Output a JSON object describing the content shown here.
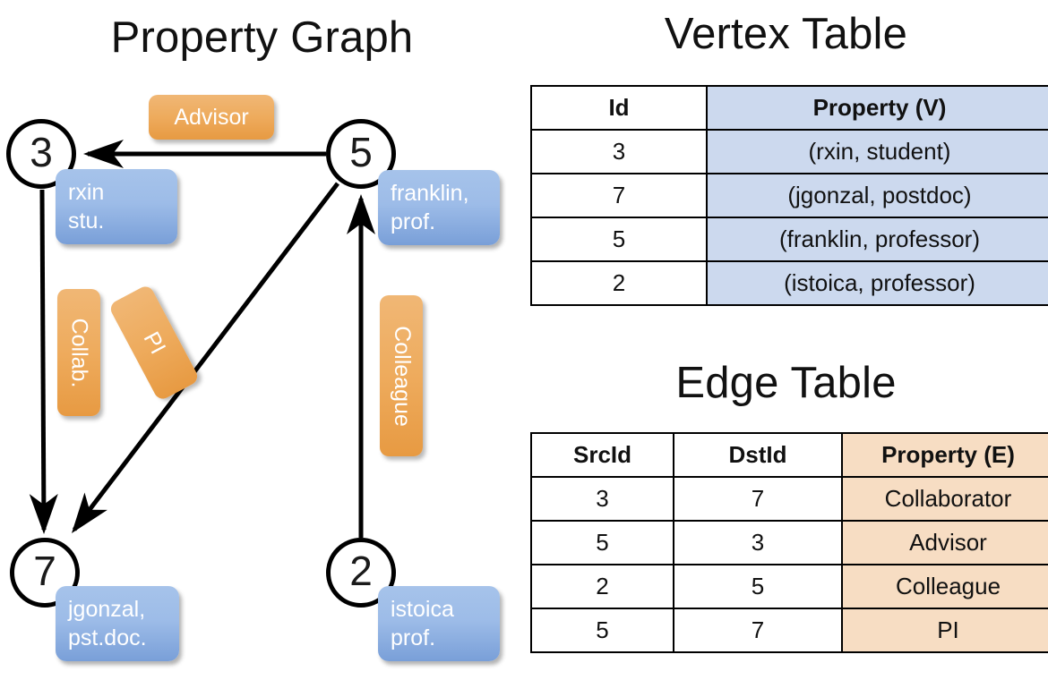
{
  "titles": {
    "property_graph": "Property Graph",
    "vertex_table": "Vertex Table",
    "edge_table": "Edge Table"
  },
  "colors": {
    "vertex_property_fill": "#ccd9ee",
    "edge_property_fill": "#f7ddc3",
    "node_callout_blue": "#9dbce8",
    "edge_tag_orange": "#eeab5d",
    "stroke": "#000000",
    "background": "#ffffff"
  },
  "graph": {
    "nodes": [
      {
        "id": "3",
        "callout": "rxin\nstu.",
        "callout_line1": "rxin",
        "callout_line2": "stu."
      },
      {
        "id": "5",
        "callout": "franklin,\nprof.",
        "callout_line1": "franklin,",
        "callout_line2": "prof."
      },
      {
        "id": "7",
        "callout": "jgonzal,\npst.doc.",
        "callout_line1": "jgonzal,",
        "callout_line2": "pst.doc."
      },
      {
        "id": "2",
        "callout": "istoica\nprof.",
        "callout_line1": "istoica",
        "callout_line2": "prof."
      }
    ],
    "edge_tags": [
      {
        "label": "Advisor",
        "src": "5",
        "dst": "3",
        "orientation": "horizontal"
      },
      {
        "label": "Collab.",
        "src": "3",
        "dst": "7",
        "orientation": "vertical"
      },
      {
        "label": "PI",
        "src": "5",
        "dst": "7",
        "orientation": "diagonal"
      },
      {
        "label": "Colleague",
        "src": "2",
        "dst": "5",
        "orientation": "vertical"
      }
    ]
  },
  "vertex_table": {
    "headers": [
      "Id",
      "Property (V)"
    ],
    "rows": [
      {
        "id": "3",
        "property": "(rxin, student)"
      },
      {
        "id": "7",
        "property": "(jgonzal, postdoc)"
      },
      {
        "id": "5",
        "property": "(franklin, professor)"
      },
      {
        "id": "2",
        "property": "(istoica, professor)"
      }
    ]
  },
  "edge_table": {
    "headers": [
      "SrcId",
      "DstId",
      "Property (E)"
    ],
    "rows": [
      {
        "src": "3",
        "dst": "7",
        "property": "Collaborator"
      },
      {
        "src": "5",
        "dst": "3",
        "property": "Advisor"
      },
      {
        "src": "2",
        "dst": "5",
        "property": "Colleague"
      },
      {
        "src": "5",
        "dst": "7",
        "property": "PI"
      }
    ]
  }
}
